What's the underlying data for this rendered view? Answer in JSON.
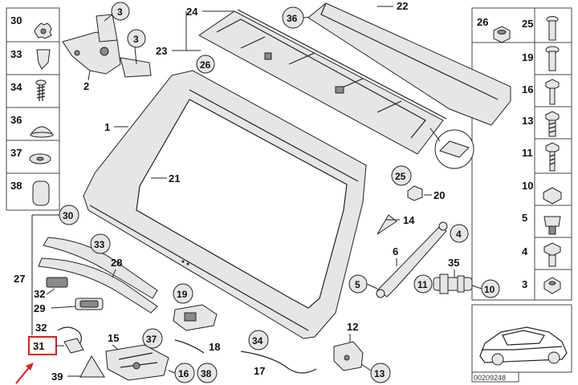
{
  "diagram_code": "00209248",
  "colors": {
    "highlight": "#e31b1b",
    "ink": "#222222",
    "part_fill": "#e6e6e6"
  },
  "callouts": {
    "c3a": "3",
    "c3b": "3",
    "c2": "2",
    "c24": "24",
    "c23": "23",
    "c36": "36",
    "c26": "26",
    "c22": "22",
    "c1": "1",
    "c21": "21",
    "c25": "25",
    "c20": "20",
    "c14": "14",
    "c4": "4",
    "c6": "6",
    "c5": "5",
    "c35": "35",
    "c11": "11",
    "c10": "10",
    "c30": "30",
    "c33": "33",
    "c28": "28",
    "c27": "27",
    "c32a": "32",
    "c29": "29",
    "c32b": "32",
    "c31": "31",
    "c15": "15",
    "c37": "37",
    "c19": "19",
    "c18": "18",
    "c34": "34",
    "c12": "12",
    "c17": "17",
    "c16": "16",
    "c38": "38",
    "c13": "13",
    "c39": "39"
  },
  "left_column": [
    "30",
    "33",
    "34",
    "36",
    "37",
    "38"
  ],
  "right_column": [
    {
      "left": "26",
      "right": "25"
    },
    {
      "left": "",
      "right": "19"
    },
    {
      "left": "",
      "right": "16"
    },
    {
      "left": "",
      "right": "13"
    },
    {
      "left": "",
      "right": "11"
    },
    {
      "left": "",
      "right": "10"
    },
    {
      "left": "",
      "right": "5"
    },
    {
      "left": "",
      "right": "4"
    },
    {
      "left": "",
      "right": "3"
    }
  ],
  "highlighted_part": "31"
}
